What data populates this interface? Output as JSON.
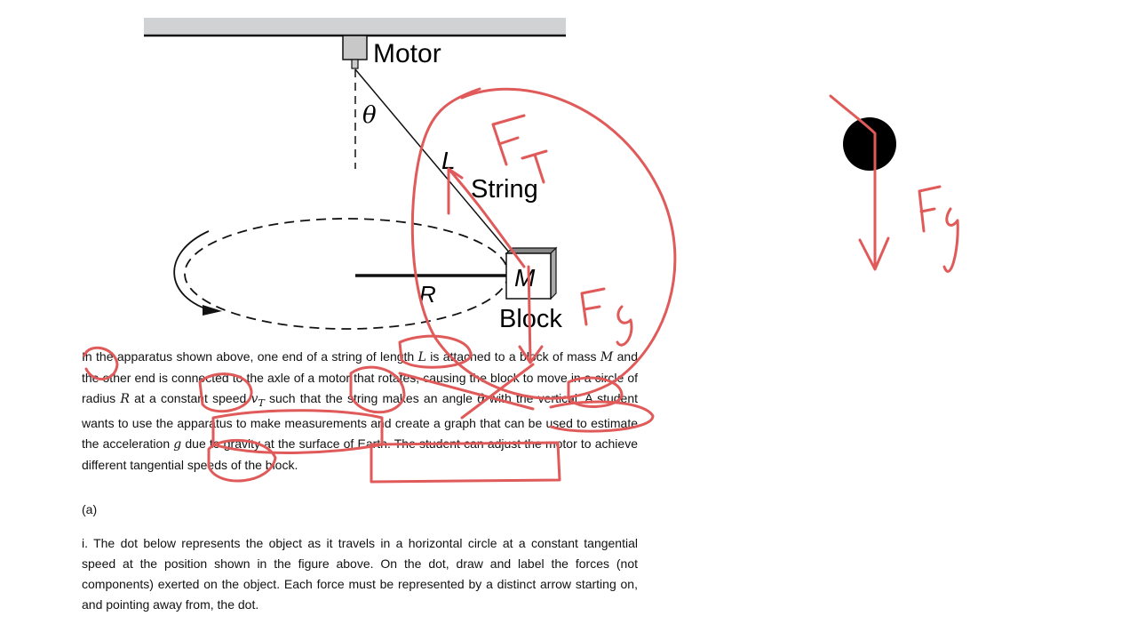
{
  "diagram": {
    "motor_label": "Motor",
    "theta_label": "θ",
    "length_label": "L",
    "string_label": "String",
    "radius_label": "R",
    "mass_label": "M",
    "block_label": "Block"
  },
  "intro": {
    "s1": "In the apparatus shown above, one end of a string of length ",
    "v1": "L",
    "s2": " is attached to a block of mass ",
    "v2": "M",
    "s3": " and the other end is connected to the axle of a motor that rotates, causing the block to move in a circle of radius ",
    "v3": "R",
    "s4": " at a constant speed ",
    "v4": "v",
    "v4sub": "T",
    "s5": " such that the string makes an angle ",
    "v5": "θ",
    "s6": " with the vertical. A student wants to use the apparatus to make measurements and create a graph that can be used to estimate the acceleration ",
    "v6": "g",
    "s7": " due to gravity at the surface of Earth. The student can adjust the motor to achieve different tangential speeds of the block."
  },
  "part_label": "(a)",
  "question_i": "i. The dot below represents the object as it travels in a horizontal circle at a constant tangential speed at the position shown in the figure above. On the dot, draw and label the forces (not components) exerted on the object. Each force must be represented by a distinct arrow starting on, and pointing away from, the dot.",
  "annotations": {
    "color": "#e05a5a",
    "handwritten_labels": [
      "FT",
      "Fg",
      "Fg"
    ]
  },
  "dot_color": "#000000"
}
